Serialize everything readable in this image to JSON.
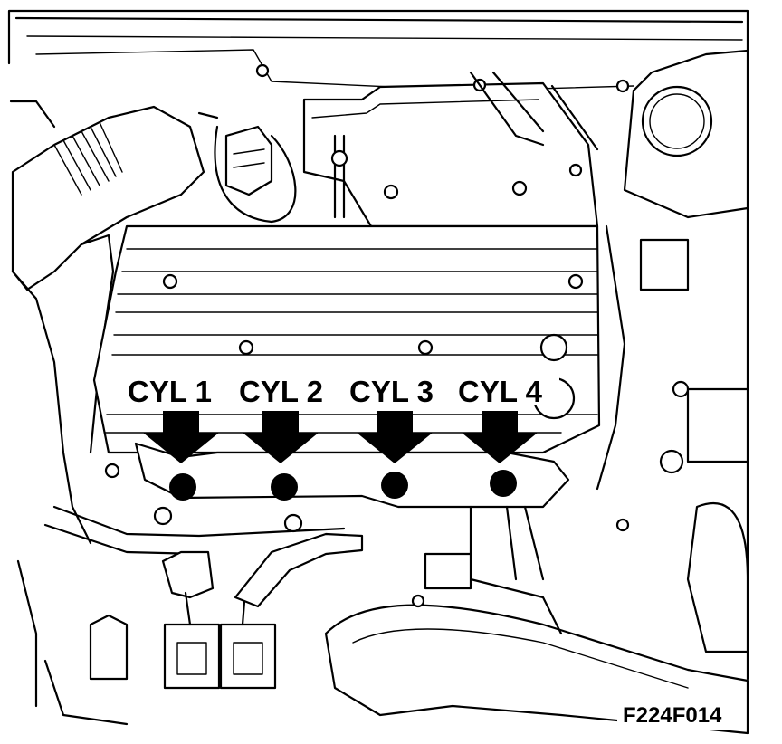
{
  "labels": {
    "cyl1": "CYL 1",
    "cyl2": "CYL 2",
    "cyl3": "CYL 3",
    "cyl4": "CYL 4"
  },
  "figure_id": "F224F014",
  "colors": {
    "ink": "#000000",
    "paper": "#ffffff"
  }
}
